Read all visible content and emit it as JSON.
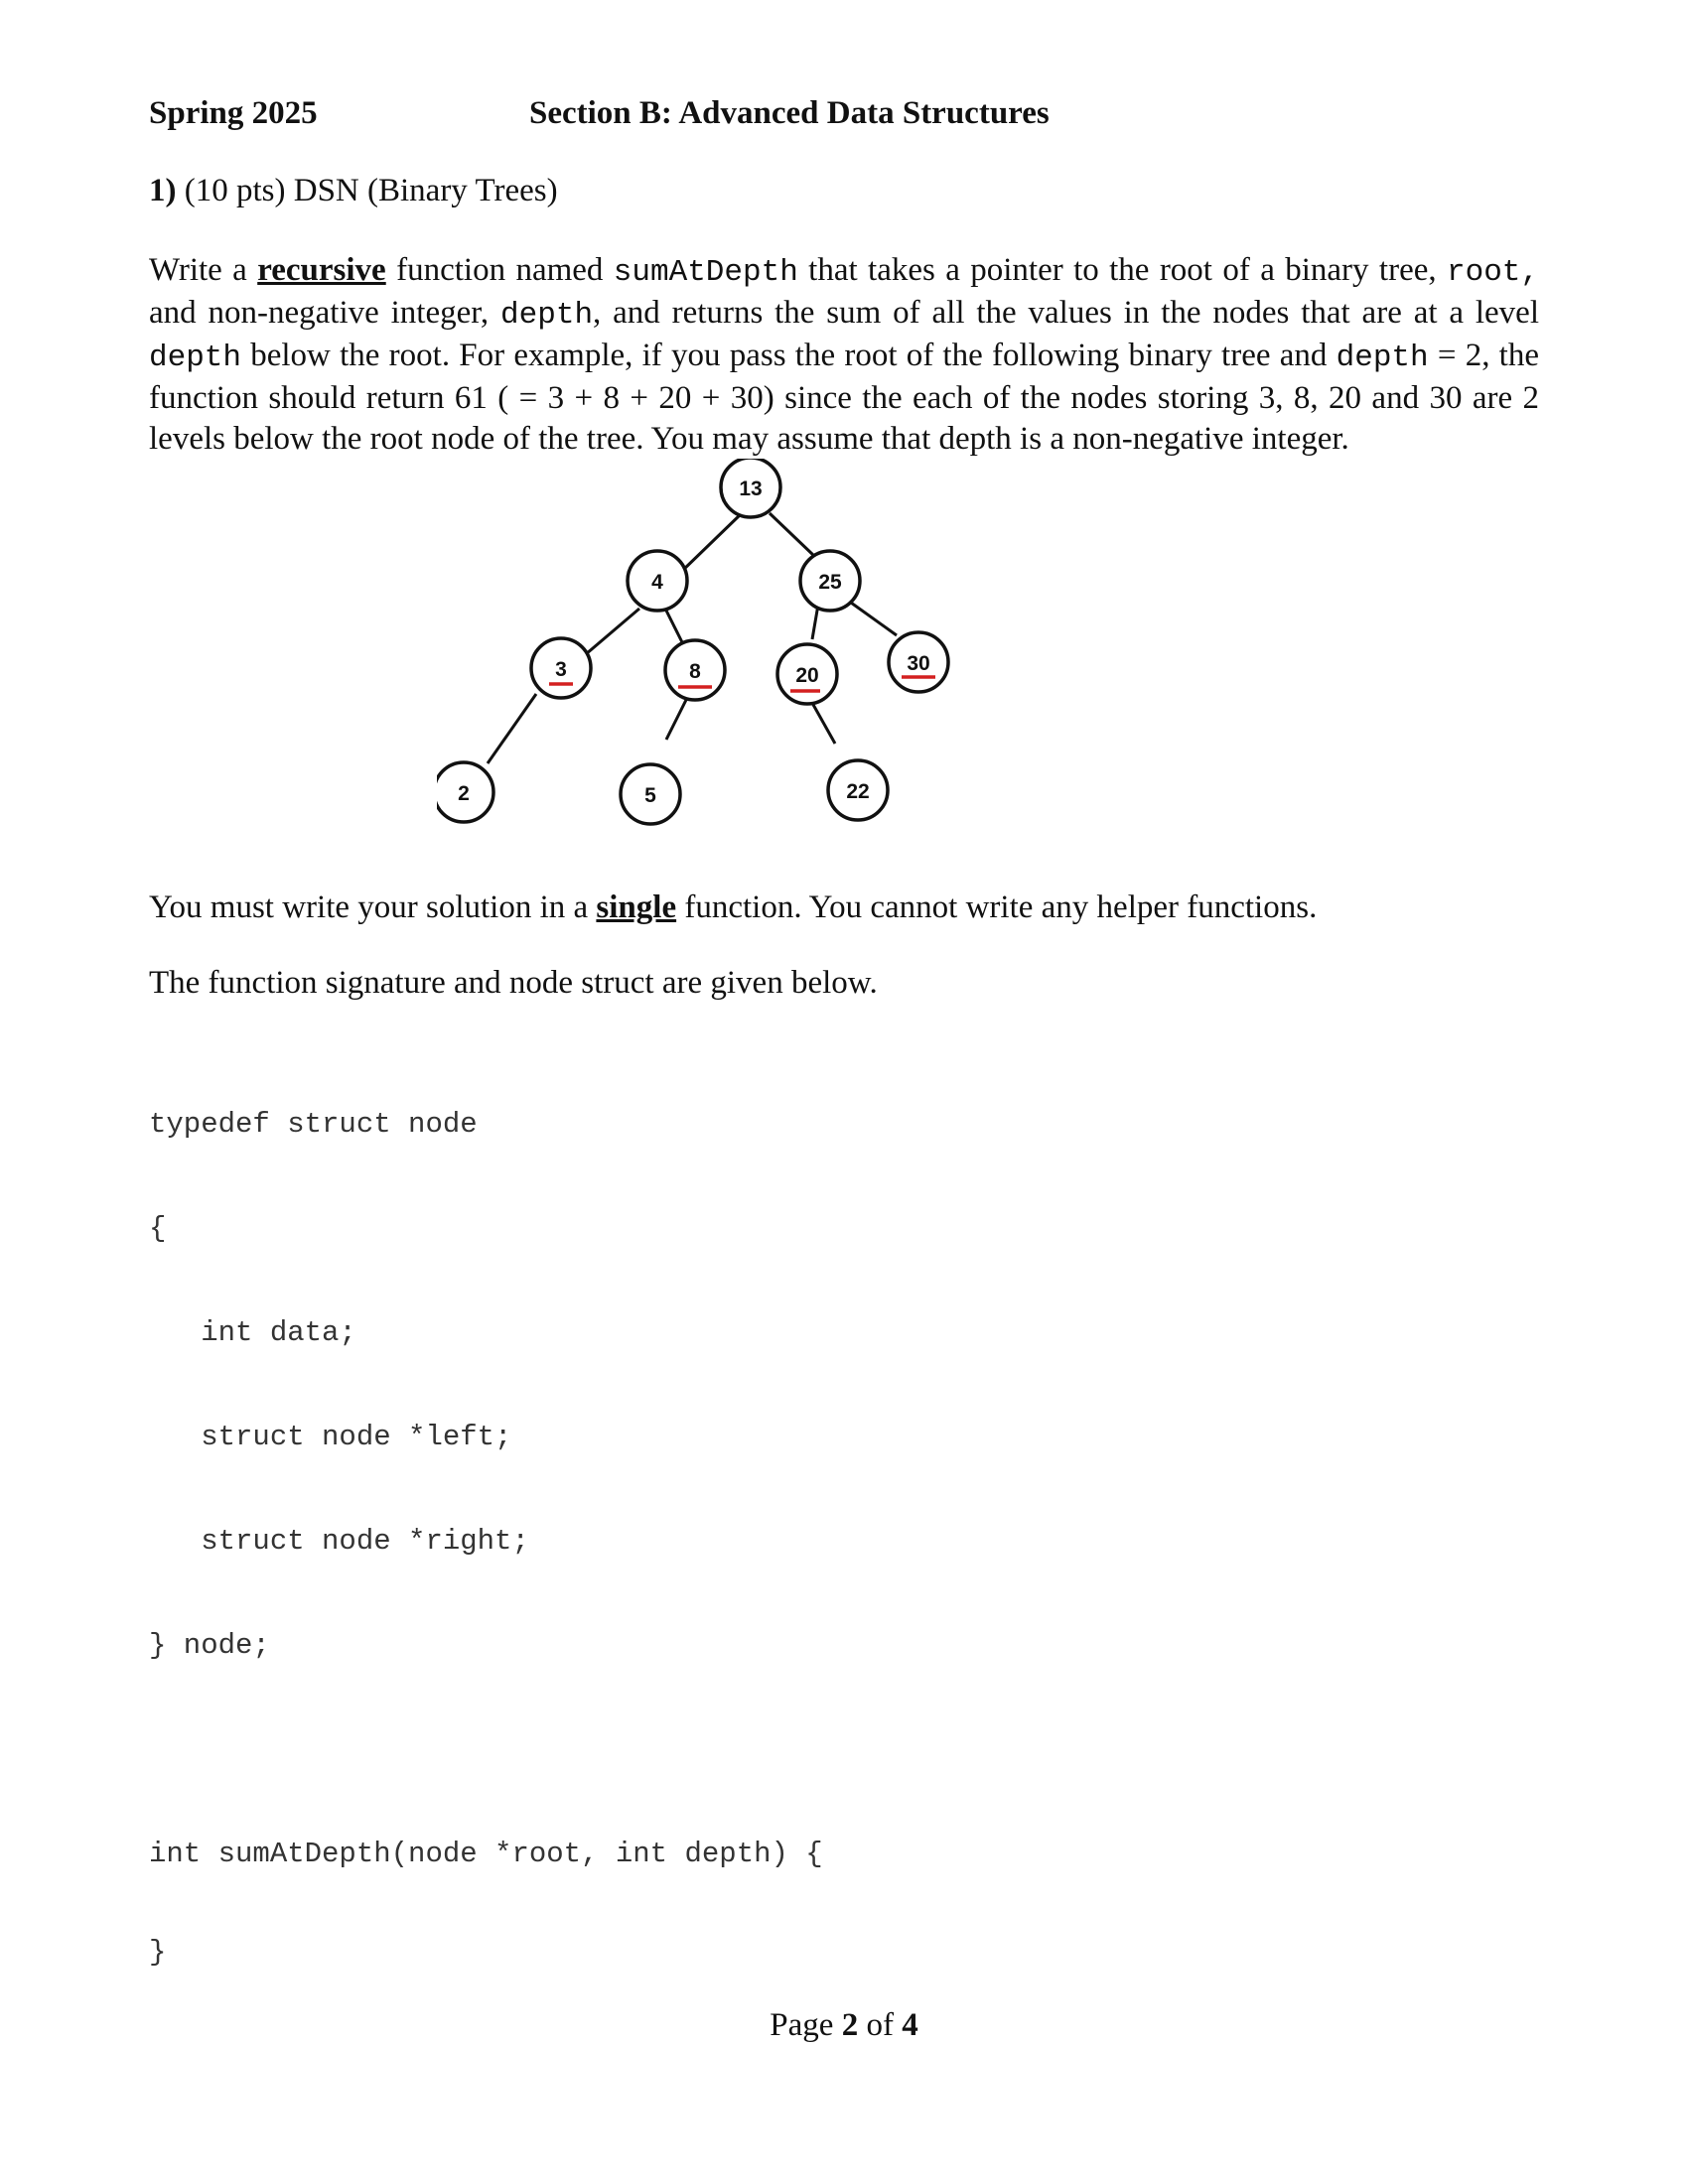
{
  "header": {
    "term": "Spring 2025",
    "section": "Section B: Advanced Data Structures"
  },
  "question": {
    "number": "1)",
    "points": "(10 pts) DSN (Binary Trees)"
  },
  "paragraph": {
    "p1": "Write a ",
    "recursive": "recursive",
    "p2": " function named ",
    "fn": "sumAtDepth",
    "p3": " that takes a pointer to the root of a binary tree, ",
    "root": "root,",
    "p4": " and non-negative integer, ",
    "depth1": "depth",
    "p5": ", and returns the sum of all the values in the nodes that are at a level ",
    "depth2": "depth",
    "p6": " below the root. For example, if you pass the root of the following binary tree and ",
    "depth3": "depth",
    "p7": " = 2, the function should return 61 ( = 3 + 8 + 20 + 30) since the each of the nodes storing 3, 8, 20 and 30 are 2 levels below the root node of the tree. You may assume that depth is a non-negative integer."
  },
  "tree": {
    "nodes": [
      "13",
      "4",
      "25",
      "3",
      "8",
      "20",
      "30",
      "2",
      "5",
      "22"
    ],
    "highlighted": [
      "3",
      "8",
      "20",
      "30"
    ]
  },
  "instructions": {
    "l1a": "You must write your solution in a ",
    "single": "single",
    "l1b": " function. You cannot write any helper functions.",
    "l2": "The function signature and node struct are given below."
  },
  "code": {
    "lines": [
      "typedef struct node",
      "{",
      "   int data;",
      "   struct node *left;",
      "   struct node *right;",
      "} node;",
      "",
      "int sumAtDepth(node *root, int depth) {"
    ],
    "closing": "}"
  },
  "footer": {
    "page_label": "Page ",
    "page_num": "2",
    "of_label": " of ",
    "page_total": "4"
  }
}
